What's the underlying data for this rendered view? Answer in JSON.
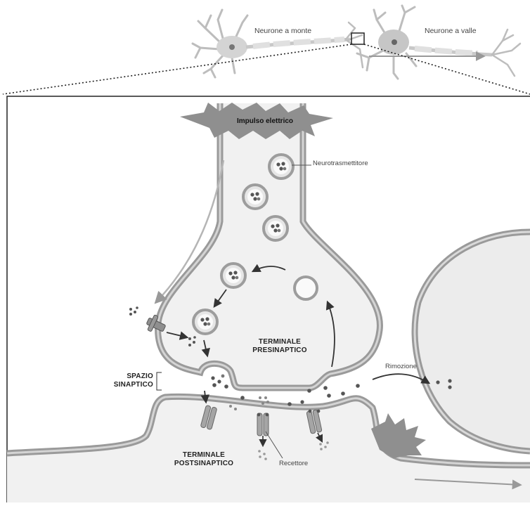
{
  "labels": {
    "upstream_neuron": "Neurone a monte",
    "downstream_neuron": "Neurone a valle",
    "electrical_impulse": "Impulso elettrico",
    "neurotransmitter": "Neurotrasmettitore",
    "presynaptic_line1": "TERMINALE",
    "presynaptic_line2": "PRESINAPTICO",
    "synaptic_space_line1": "SPAZIO",
    "synaptic_space_line2": "SINAPTICO",
    "removal": "Rimozione",
    "postsynaptic_line1": "TERMINALE",
    "postsynaptic_line2": "POSTSINAPTICO",
    "receptor": "Recettore"
  },
  "colors": {
    "membrane_outer": "#9a9a9a",
    "membrane_inner": "#d4d4d4",
    "cell_fill": "#f1f1f1",
    "impulse": "#8f8f8f",
    "molecule_dark": "#555555",
    "arrow": "#333333"
  }
}
